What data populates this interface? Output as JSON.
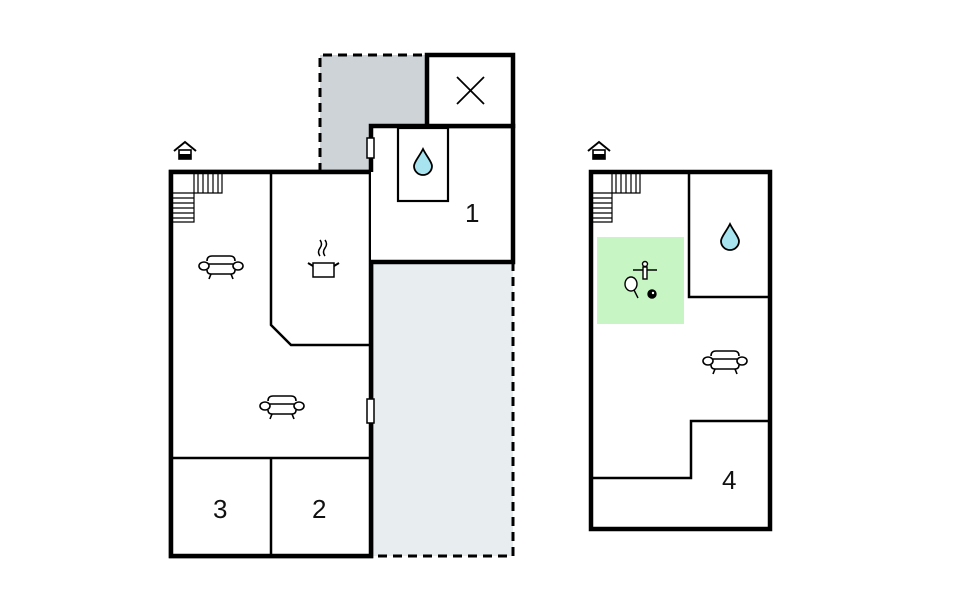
{
  "floor_plan": {
    "colors": {
      "wall": "#000000",
      "terrace_grey": "#cdd3d6",
      "terrace_light": "#e8eef0",
      "water": "#a8e4f0",
      "game_area": "#c8f5c4"
    },
    "ground_floor": {
      "entrance_icon": "house-entrance-icon",
      "rooms": [
        {
          "id": "bathroom-1",
          "label": "1"
        },
        {
          "id": "bedroom-2",
          "label": "2"
        },
        {
          "id": "bedroom-3",
          "label": "3"
        }
      ],
      "icons": [
        "stairs-icon",
        "sofa-icon",
        "cooking-pot-icon",
        "sofa-icon",
        "shower-icon",
        "cross-void-icon",
        "door-icon",
        "door-icon"
      ]
    },
    "upper_floor": {
      "entrance_icon": "house-entrance-icon",
      "rooms": [
        {
          "id": "bedroom-4",
          "label": "4"
        }
      ],
      "icons": [
        "stairs-icon",
        "game-room-icon",
        "shower-icon",
        "sofa-icon"
      ]
    }
  }
}
